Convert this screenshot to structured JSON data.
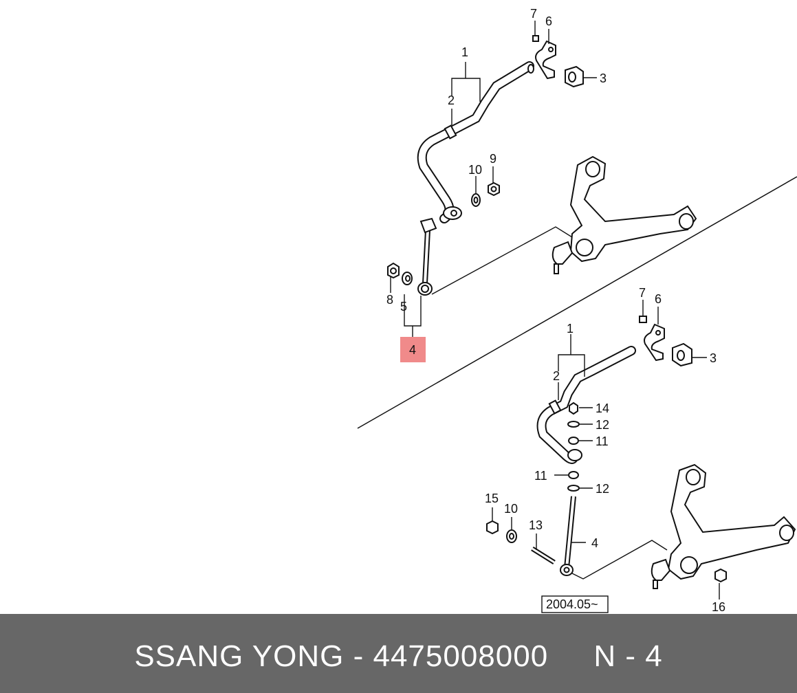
{
  "footer": {
    "brand": "SSANG YONG",
    "separator": "-",
    "part_number": "4475008000",
    "ref": "N - 4"
  },
  "highlight": {
    "label": "4",
    "color": "#f08a8a"
  },
  "date_tag": "2004.05~",
  "upper_labels": [
    "1",
    "2",
    "3",
    "4",
    "5",
    "6",
    "7",
    "8",
    "9",
    "10"
  ],
  "lower_labels": [
    "1",
    "2",
    "3",
    "4",
    "6",
    "7",
    "10",
    "11",
    "11",
    "12",
    "12",
    "13",
    "14",
    "15",
    "16"
  ]
}
